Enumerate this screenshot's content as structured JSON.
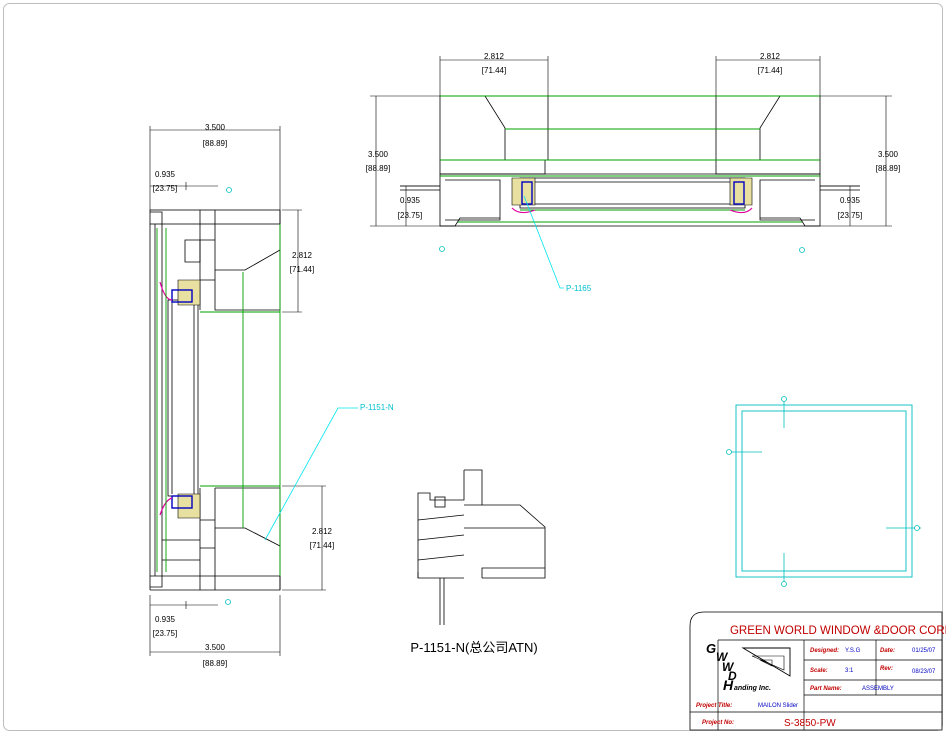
{
  "dims": {
    "left_total": "3.500",
    "left_total_mm": "[88.89]",
    "left_offset": "0.935",
    "left_offset_mm": "[23.75]",
    "left_sash_top": "2.812",
    "left_sash_top_mm": "[71.44]",
    "left_sash_bottom": "2.812",
    "left_sash_bottom_mm": "[71.44]",
    "left_offset_bottom": "0.935",
    "left_offset_bottom_mm": "[23.75]",
    "left_total_bottom": "3.500",
    "left_total_bottom_mm": "[88.89]",
    "top_sash_left": "2.812",
    "top_sash_left_mm": "[71.44]",
    "top_sash_right": "2.812",
    "top_sash_right_mm": "[71.44]",
    "top_height_left": "3.500",
    "top_height_left_mm": "[88.89]",
    "top_height_right": "3.500",
    "top_height_right_mm": "[88.89]",
    "top_offset_left": "0.935",
    "top_offset_left_mm": "[23.75]",
    "top_offset_right": "0.935",
    "top_offset_right_mm": "[23.75]"
  },
  "callouts": {
    "part_top": "P-1165",
    "part_left": "P-1151-N"
  },
  "profile_caption": "P-1151-N(总公司ATN)",
  "title_block": {
    "company": "GREEN WORLD WINDOW &DOOR CORP.",
    "logo_lines": [
      "G",
      "W",
      "W",
      "D",
      "H"
    ],
    "logo_suffix": "anding Inc.",
    "designed_label": "Designed:",
    "designed_value": "Y.S.G",
    "date_label": "Date:",
    "date_value": "01/25/07",
    "scale_label": "Scale:",
    "scale_value": "3:1",
    "rev_label": "Rev:",
    "rev_value": "08/23/07",
    "part_name_label": "Part Name:",
    "part_name_value": "ASSEMBLY",
    "project_title_label": "Project Title:",
    "project_title_value": "MAILON Slider",
    "project_no_label": "Project No:",
    "project_no_value": "S-3850-PW"
  },
  "colors": {
    "line": "#000000",
    "glass": "#00a000",
    "leader": "#00e5ee",
    "sealant": "#e8e0a0",
    "gasket": "#e000a0",
    "glazing": "#0000c0",
    "title_red": "#c00000"
  }
}
